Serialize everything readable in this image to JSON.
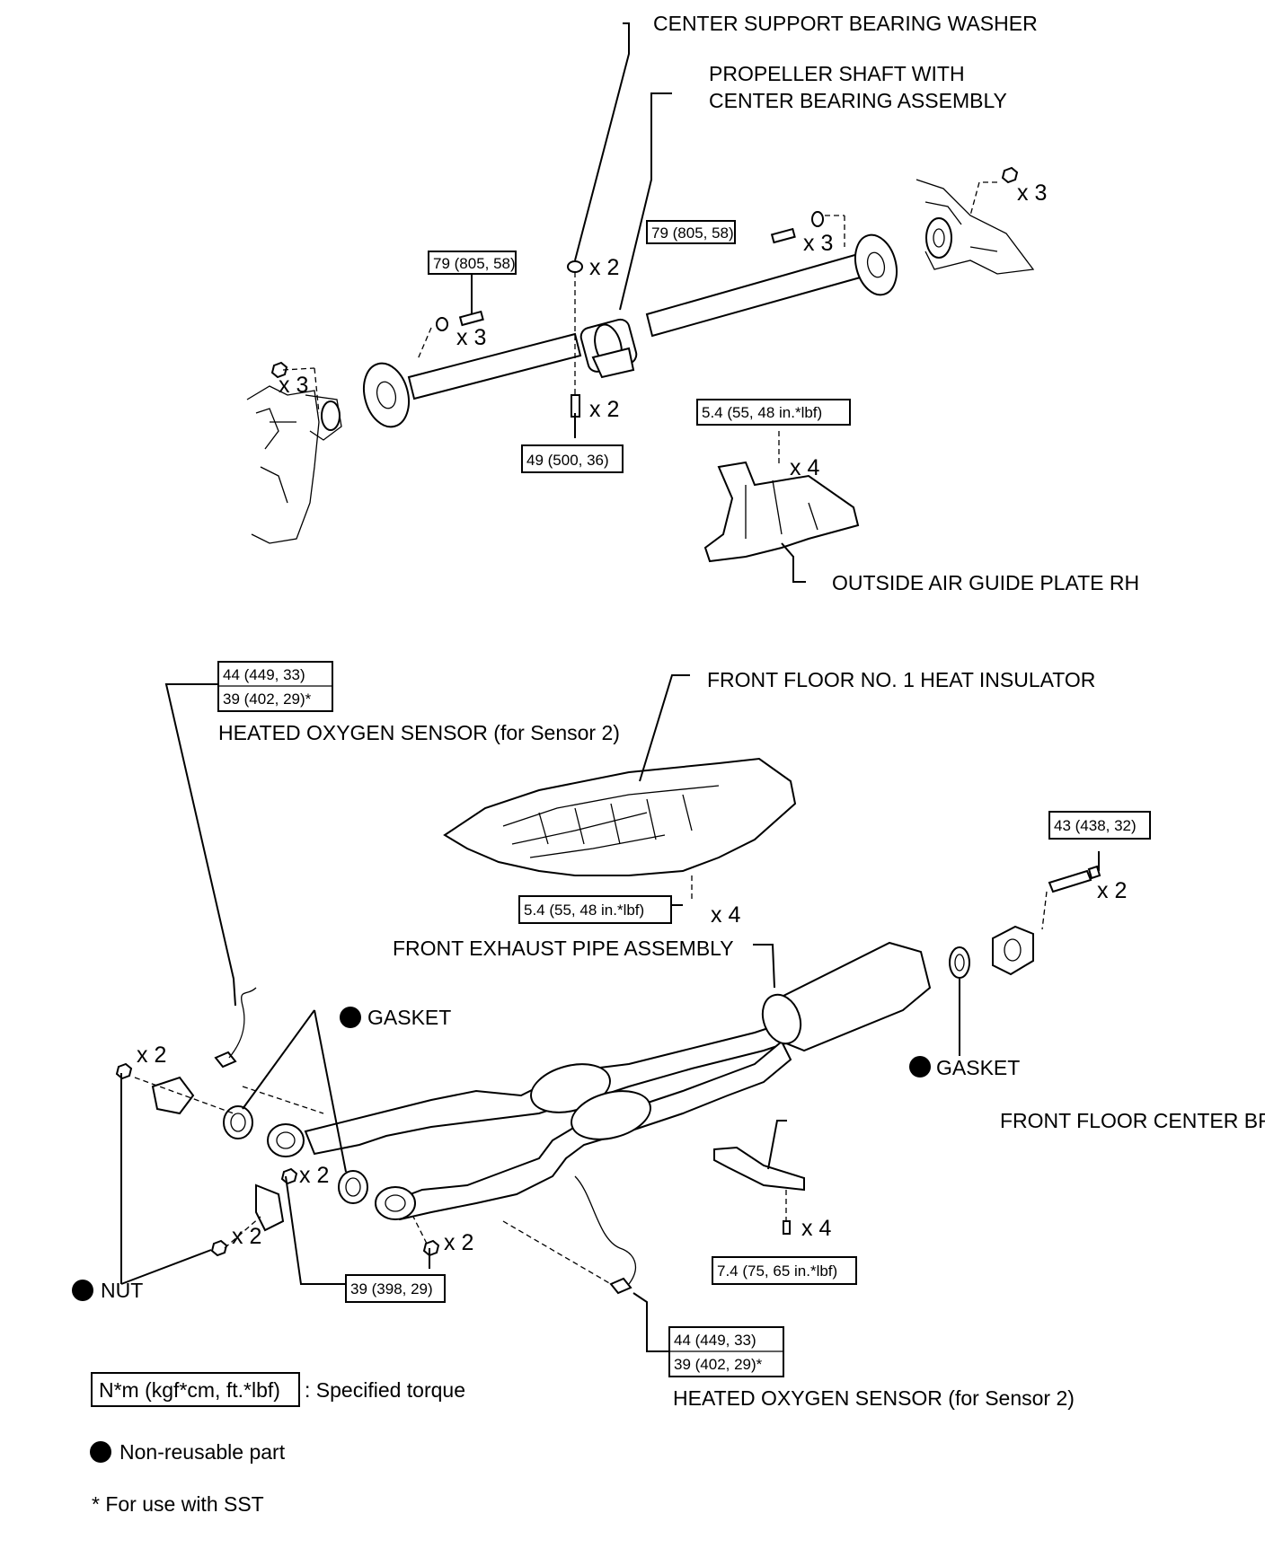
{
  "labels": {
    "center_support_bearing_washer": "CENTER SUPPORT BEARING WASHER",
    "propeller_shaft_line1": "PROPELLER SHAFT WITH",
    "propeller_shaft_line2": "CENTER BEARING ASSEMBLY",
    "outside_air_guide_plate": "OUTSIDE AIR GUIDE PLATE RH",
    "front_floor_heat_insulator": "FRONT FLOOR NO. 1 HEAT INSULATOR",
    "front_exhaust_pipe": "FRONT EXHAUST PIPE ASSEMBLY",
    "heated_oxygen_sensor_upper": "HEATED OXYGEN SENSOR (for Sensor 2)",
    "heated_oxygen_sensor_lower": "HEATED OXYGEN SENSOR (for Sensor 2)",
    "gasket_left": "GASKET",
    "gasket_right": "GASKET",
    "nut": "NUT",
    "front_floor_center_brace": "FRONT FLOOR CENTER BRACE"
  },
  "torques": {
    "flange_bolt_left": "79 (805, 58)",
    "flange_bolt_right": "79 (805, 58)",
    "center_bearing_bolt": "49 (500, 36)",
    "air_guide_plate": "5.4 (55, 48 in.*lbf)",
    "heat_insulator": "5.4 (55, 48 in.*lbf)",
    "rear_flange_bolt": "43 (438, 32)",
    "front_pipe_nut": "39 (398, 29)",
    "center_brace": "7.4 (75, 65 in.*lbf)",
    "o2_sensor_upper_line1": "44 (449, 33)",
    "o2_sensor_upper_line2": "39 (402, 29)*",
    "o2_sensor_lower_line1": "44 (449, 33)",
    "o2_sensor_lower_line2": "39 (402, 29)*"
  },
  "quantities": {
    "washer": "x 2",
    "right_nuts_top": "x 3",
    "right_bolts": "x 3",
    "left_bolts": "x 3",
    "left_nuts": "x 3",
    "center_bolts": "x 2",
    "air_guide_bolts": "x 4",
    "insulator_nuts": "x 4",
    "rear_bolts": "x 2",
    "left_studs_top": "x 2",
    "front_pipe_bolts_a": "x 2",
    "front_pipe_nuts_b": "x 2",
    "front_pipe_bolts_c": "x 2",
    "brace_bolts": "x 4"
  },
  "legend": {
    "torque_box": "N*m (kgf*cm, ft.*lbf)",
    "torque_text": ": Specified torque",
    "non_reusable": "Non-reusable part",
    "sst_note": "* For use with SST"
  }
}
